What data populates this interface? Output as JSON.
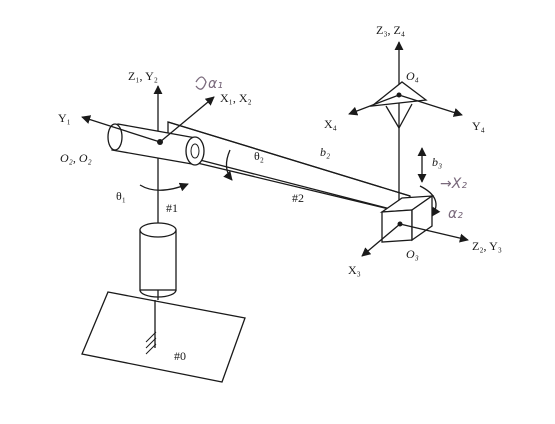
{
  "labels": {
    "z1_y2": "Z₁, Y₂",
    "x1_x2": "X₁, X₂",
    "y1": "Y₁",
    "o2_o2": "O₂, O₂",
    "theta1": "θ₁",
    "link1": "#1",
    "link0": "#0",
    "theta2": "θ₂",
    "b2": "b₂",
    "link2": "#2",
    "z3_z4": "Z₃, Z₄",
    "o4": "O₄",
    "x4": "X₄",
    "y4": "Y₄",
    "b3": "b₃",
    "o3": "O₃",
    "z2_y3": "Z₂, Y₃",
    "x3": "X₃"
  },
  "handwriting": {
    "near_x1": "α₁",
    "x2_note": "→X₂",
    "alpha2": "α₂"
  },
  "colors": {
    "ink": "#1a1a1a",
    "handwriting": "#7a6a7c",
    "background": "#ffffff"
  }
}
